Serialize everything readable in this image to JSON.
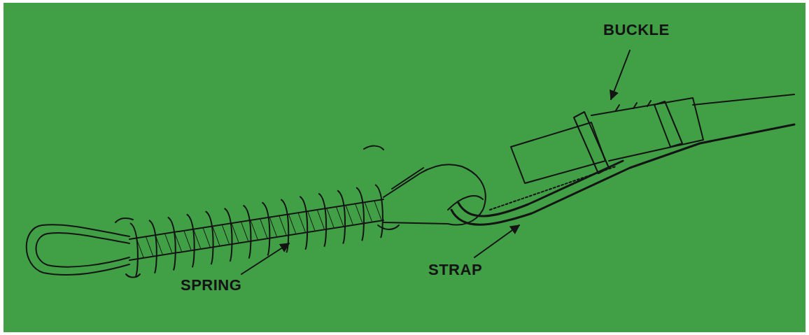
{
  "diagram": {
    "labels": [
      "BUCKLE",
      "SPRING",
      "STRAP"
    ]
  }
}
